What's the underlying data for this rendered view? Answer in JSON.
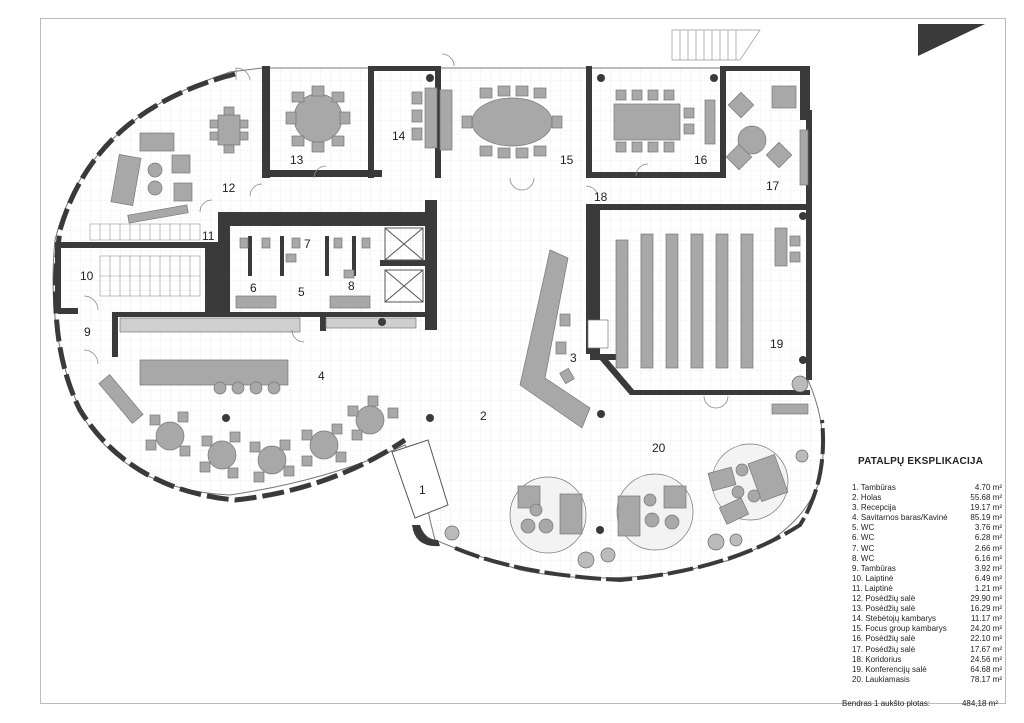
{
  "legend": {
    "title": "PATALPŲ EKSPLIKACIJA",
    "rows": [
      {
        "name": "1. Tambūras",
        "area": "4.70 m²"
      },
      {
        "name": "2. Holas",
        "area": "55.68 m²"
      },
      {
        "name": "3. Recepcija",
        "area": "19.17 m²"
      },
      {
        "name": "4. Savitarnos baras/Kavinė",
        "area": "85.19 m²"
      },
      {
        "name": "5. WC",
        "area": "3.76 m²"
      },
      {
        "name": "6. WC",
        "area": "6.28 m²"
      },
      {
        "name": "7. WC",
        "area": "2.66 m²"
      },
      {
        "name": "8. WC",
        "area": "6.16 m²"
      },
      {
        "name": "9. Tambūras",
        "area": "3.92 m²"
      },
      {
        "name": "10. Laiptinė",
        "area": "6.49 m²"
      },
      {
        "name": "11. Laiptinė",
        "area": "1.21 m²"
      },
      {
        "name": "12. Posėdžių salė",
        "area": "29.90 m²"
      },
      {
        "name": "13. Posėdžių salė",
        "area": "16.29 m²"
      },
      {
        "name": "14. Stebėtojų kambarys",
        "area": "11.17 m²"
      },
      {
        "name": "15. Focus group kambarys",
        "area": "24.20 m²"
      },
      {
        "name": "16. Posėdžių salė",
        "area": "22.10 m²"
      },
      {
        "name": "17. Posėdžių salė",
        "area": "17.67 m²"
      },
      {
        "name": "18. Koridorius",
        "area": "24.56 m²"
      },
      {
        "name": "19. Konferencijų salė",
        "area": "64.68 m²"
      },
      {
        "name": "20. Laukiamasis",
        "area": "78.17 m²"
      }
    ],
    "total_label": "Bendras 1 aukšto plotas:",
    "total_value": "484,18 m²"
  },
  "rooms": [
    {
      "num": "1"
    },
    {
      "num": "2"
    },
    {
      "num": "3"
    },
    {
      "num": "4"
    },
    {
      "num": "5"
    },
    {
      "num": "6"
    },
    {
      "num": "7"
    },
    {
      "num": "8"
    },
    {
      "num": "9"
    },
    {
      "num": "10"
    },
    {
      "num": "11"
    },
    {
      "num": "12"
    },
    {
      "num": "13"
    },
    {
      "num": "14"
    },
    {
      "num": "15"
    },
    {
      "num": "16"
    },
    {
      "num": "17"
    },
    {
      "num": "18"
    },
    {
      "num": "19"
    },
    {
      "num": "20"
    }
  ],
  "colors": {
    "wall": "#3a3a3a",
    "furniture": "#a8a8a8",
    "grid": "#e3e3e3",
    "outline": "#777777"
  }
}
